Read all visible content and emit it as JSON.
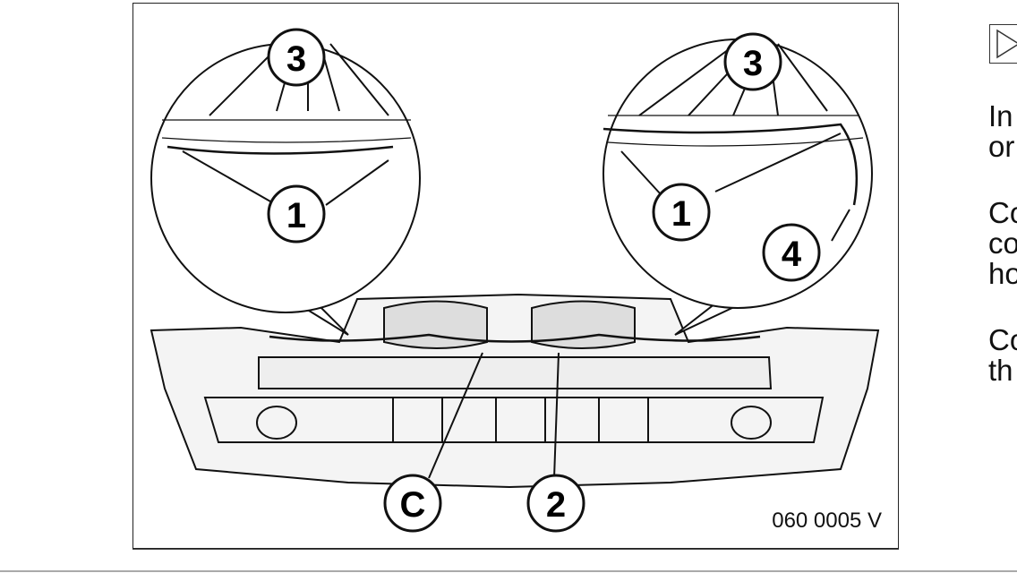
{
  "figure": {
    "id": "060 0005 V",
    "callouts": [
      "1",
      "1",
      "2",
      "3",
      "3",
      "4",
      "C"
    ]
  },
  "side_text": {
    "paragraphs": [
      [
        "In",
        "or"
      ],
      [
        "Co",
        "co",
        "ho"
      ],
      [
        "Co",
        "th"
      ]
    ]
  },
  "icons": {
    "note": "play-triangle-note-icon"
  }
}
